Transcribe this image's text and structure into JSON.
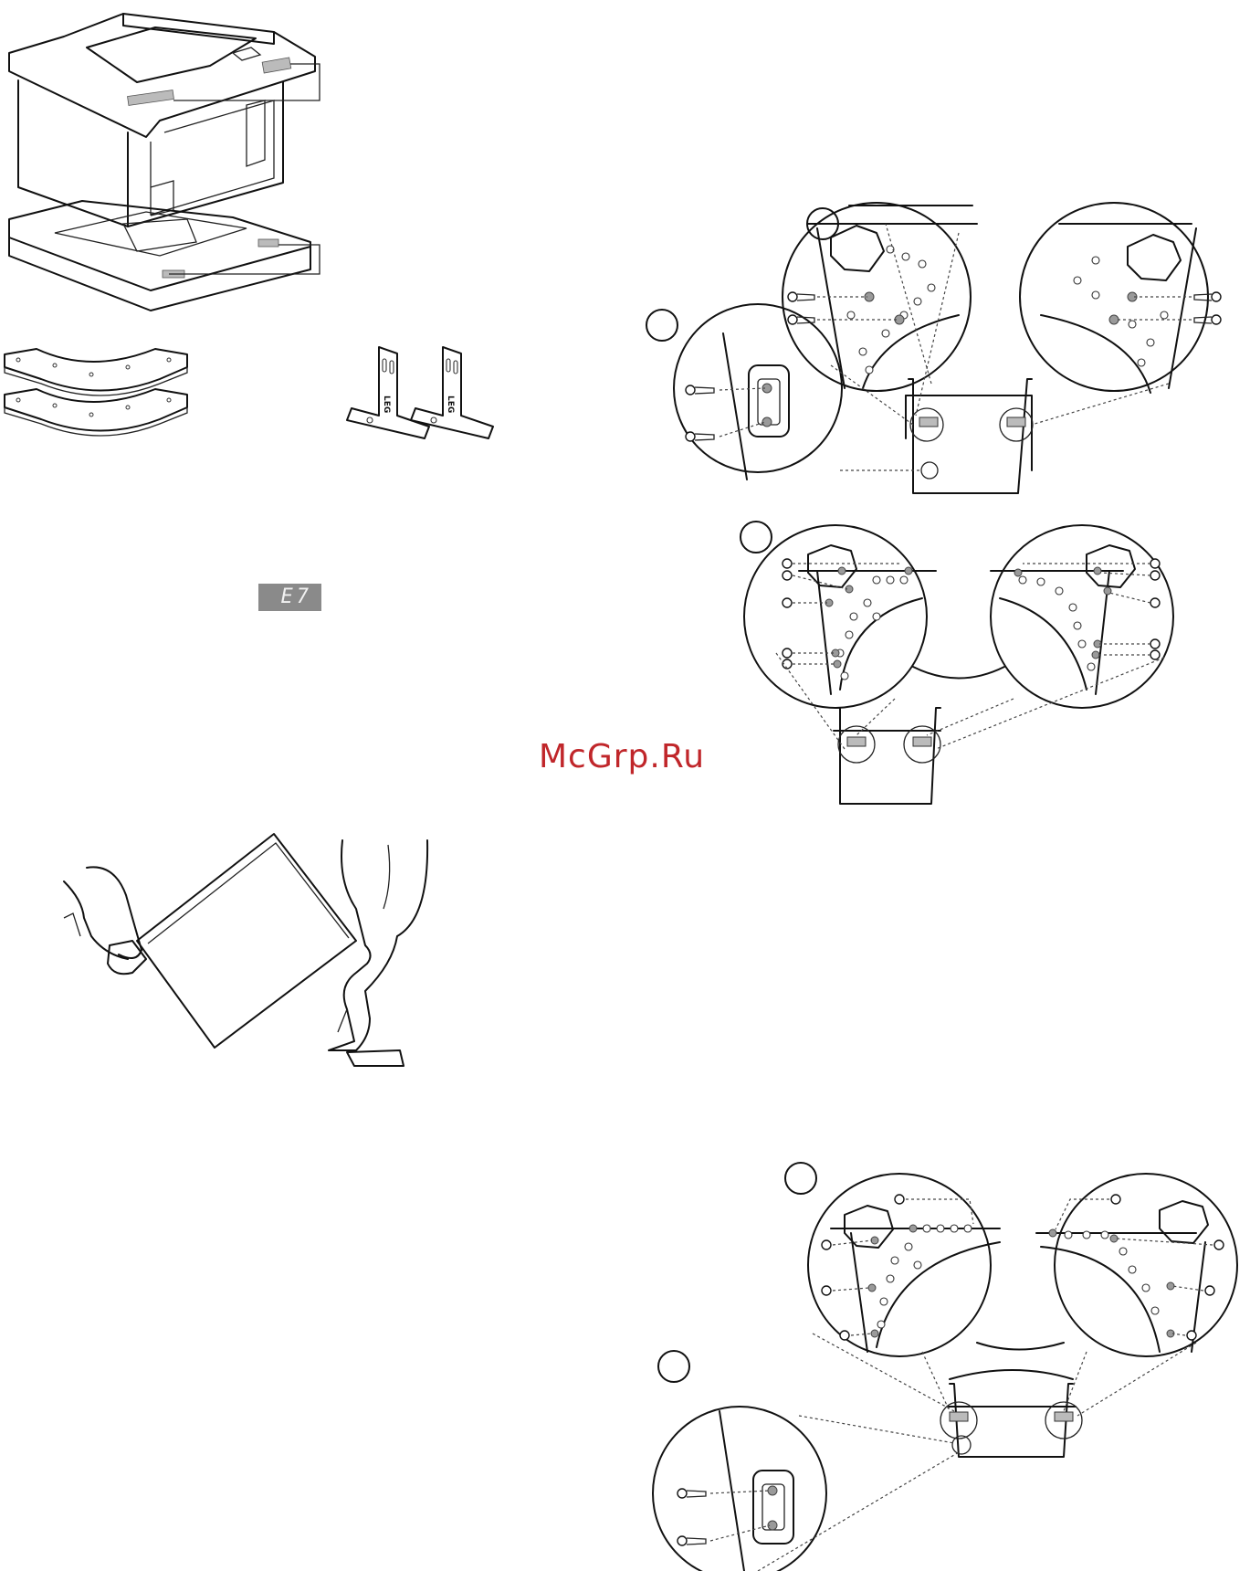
{
  "watermark": {
    "text": "McGrp.Ru"
  },
  "error_display": {
    "code": "E7"
  },
  "bracket_labels": {
    "leg_left": "LEG",
    "leg_right": "LEG"
  },
  "step_markers": {
    "count": 6
  }
}
